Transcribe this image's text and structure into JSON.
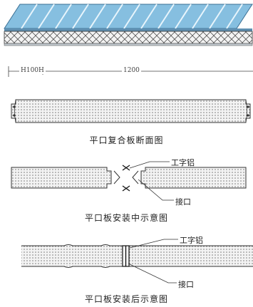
{
  "panel": {
    "dim_small": "H100H",
    "dim_large": "1200",
    "colors": {
      "steel_blue": "#7fb8dc",
      "steel_light": "#b9dcef",
      "core_fill": "#f1f1f1",
      "line": "#333333"
    }
  },
  "section": {
    "caption": "平口复合板断面图"
  },
  "install_mid": {
    "label_connector": "工字铝",
    "label_joint": "接口",
    "caption": "平口板安装中示意图"
  },
  "install_after": {
    "label_connector": "工字铝",
    "label_joint": "接口",
    "caption": "平口板安装后示意图"
  }
}
